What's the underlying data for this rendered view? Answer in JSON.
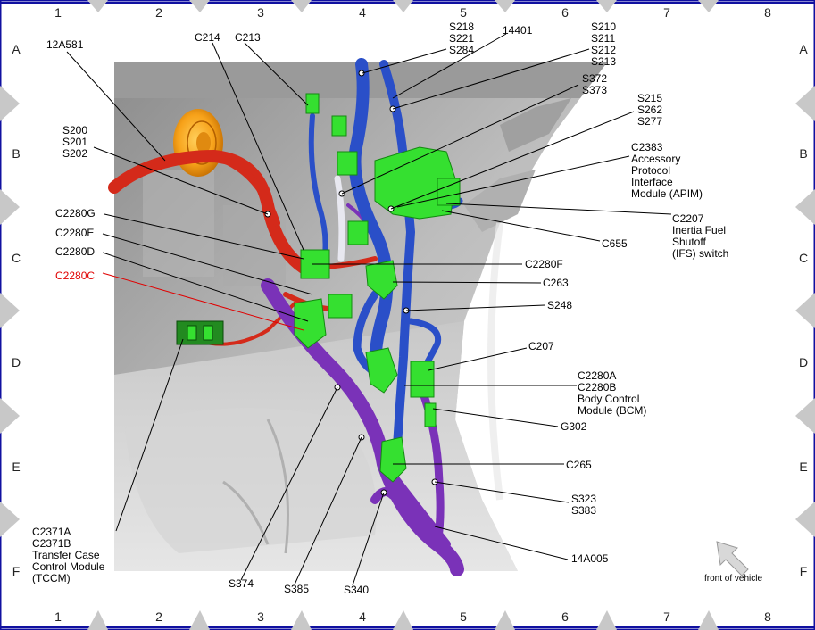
{
  "grid": {
    "columns": [
      "1",
      "2",
      "3",
      "4",
      "5",
      "6",
      "7",
      "8"
    ],
    "rows": [
      "A",
      "B",
      "C",
      "D",
      "E",
      "F"
    ]
  },
  "labels": {
    "l_12A581": "12A581",
    "l_C214": "C214",
    "l_C213": "C213",
    "l_S218": "S218\nS221\nS284",
    "l_14401": "14401",
    "l_S210": "S210\nS211\nS212\nS213",
    "l_S372": "S372\nS373",
    "l_S215": "S215\nS262\nS277",
    "l_C2383": "C2383\nAccessory\nProtocol\nInterface\nModule (APIM)",
    "l_S200": "S200\nS201\nS202",
    "l_C2280G": "C2280G",
    "l_C2280E": "C2280E",
    "l_C2280D": "C2280D",
    "l_C2280C": "C2280C",
    "l_C2207": "C2207\nInertia Fuel\nShutoff\n(IFS) switch",
    "l_C655": "C655",
    "l_C2280F": "C2280F",
    "l_C263": "C263",
    "l_S248": "S248",
    "l_C207": "C207",
    "l_C2280A": "C2280A\nC2280B\nBody Control\nModule (BCM)",
    "l_G302": "G302",
    "l_C265": "C265",
    "l_S323": "S323\nS383",
    "l_14A005": "14A005",
    "l_C2371A": "C2371A\nC2371B\nTransfer Case\nControl Module\n(TCCM)",
    "l_S374": "S374",
    "l_S385": "S385",
    "l_S340": "S340",
    "l_front": "front of vehicle"
  },
  "colors": {
    "harness_blue": "#2a4fc8",
    "harness_red": "#d42a1a",
    "harness_purple": "#7a32b8",
    "connector_green": "#35e030",
    "highlight_label": "#e00000",
    "frame_border": "#1010a0"
  },
  "icons": {
    "front_arrow": "front-arrow-icon"
  }
}
